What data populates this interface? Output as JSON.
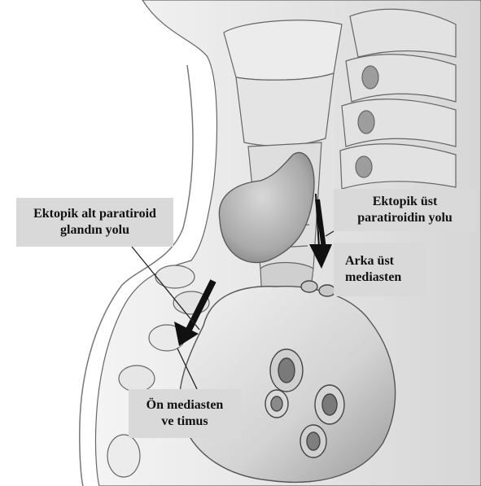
{
  "labels": {
    "inferior_path": {
      "line1": "Ektopik alt paratiroid",
      "line2": "glandın yolu"
    },
    "superior_path": {
      "line1": "Ektopik üst",
      "line2": "paratiroidin yolu"
    },
    "posterior_mediastinum": {
      "line1": "Arka üst",
      "line2": "mediasten"
    },
    "anterior_mediastinum": {
      "line1": "Ön mediasten",
      "line2": "ve timus"
    }
  },
  "colors": {
    "label_background": "#d9d9d9",
    "arrow": "#111111",
    "tissue_light": "#ececec",
    "tissue_mid": "#c9c9c9",
    "tissue_dark": "#8f8f8f",
    "outline": "#555555"
  }
}
